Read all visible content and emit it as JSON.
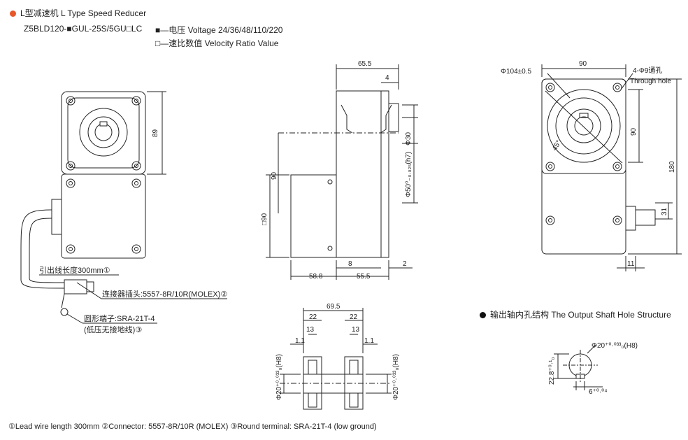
{
  "header": {
    "title": "L型减速机 L Type Speed Reducer",
    "bullet_color": "#e8572a",
    "model_code": "Z5BLD120-■GUL-25S/5GU□LC",
    "option_voltage": "■—电压 Voltage 24/36/48/110/220",
    "option_ratio": "□—速比数值 Velocity Ratio Value"
  },
  "dims": {
    "d65_5": "65.5",
    "d4": "4",
    "d89": "89",
    "d30": "Φ30",
    "d50": "Φ50⁰₋₀.₀₂₅(h7)",
    "d90a": "90",
    "sq90": "□90",
    "d8": "8",
    "d2": "2",
    "d58_8": "58.8",
    "d55_5": "55.5",
    "d104": "Φ104±0.5",
    "d90top": "90",
    "holes": "4-Φ9通孔",
    "through_hole": "Through hole",
    "d90side": "90",
    "d180": "180",
    "d45": "45°",
    "d31": "31",
    "d11": "11",
    "d69_5": "69.5",
    "d22a": "22",
    "d22b": "22",
    "d13a": "13",
    "d13b": "13",
    "d1_1a": "1.1",
    "d1_1b": "1.1",
    "d20a": "Φ20⁺⁰·⁰³³₀(H8)",
    "d20b": "Φ20⁺⁰·⁰³³₀(H8)",
    "shaft_d20": "Φ20⁺⁰·⁰³³₀(H8)",
    "shaft_22_8": "22.8⁺⁰·¹₀",
    "shaft_6": "6⁺⁰·⁰⁴"
  },
  "callouts": {
    "lead_wire": "引出线长度300mm①",
    "connector": "连接器插头:5557-8R/10R(MOLEX)②",
    "terminal": "圆形端子:SRA-21T-4",
    "terminal_note": "(低压无接地线)③"
  },
  "section_shaft": {
    "title": "输出轴内孔结构 The Output Shaft Hole Structure"
  },
  "footer": {
    "note": "①Lead wire length 300mm  ②Connector: 5557-8R/10R (MOLEX)  ③Round terminal: SRA-21T-4 (low ground)"
  }
}
